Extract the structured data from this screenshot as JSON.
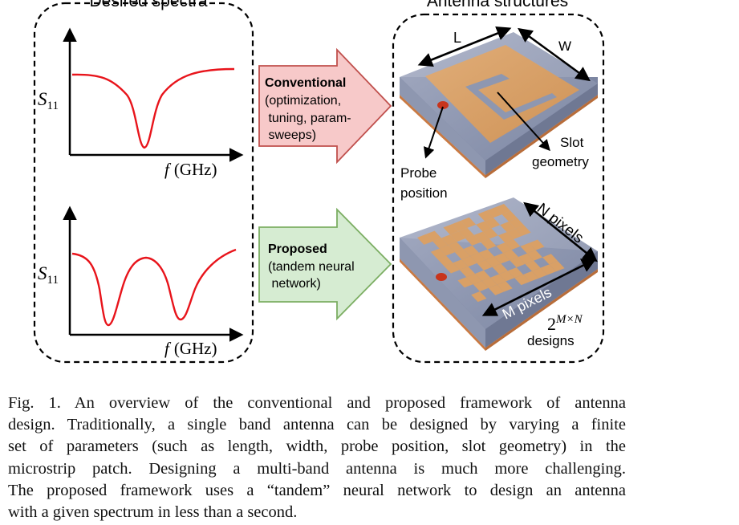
{
  "panels": {
    "left_title": "Desired spectra",
    "right_title": "Antenna structures"
  },
  "plots": {
    "ylabel_main": "S",
    "ylabel_sub": "11",
    "xlabel_f": "f",
    "xlabel_unit": "(GHz)"
  },
  "arrows": {
    "conventional": {
      "title": "Conventional",
      "lines": [
        "(optimization,",
        " tuning, param-",
        " sweeps)"
      ],
      "fill": "#f7c9c9",
      "stroke": "#c0504d"
    },
    "proposed": {
      "title": "Proposed",
      "lines": [
        "(tandem neural",
        " network)"
      ],
      "fill": "#d6ecd2",
      "stroke": "#7cae63"
    }
  },
  "antenna1": {
    "label_L": "L",
    "label_W": "W",
    "probe": [
      "Probe",
      "position"
    ],
    "slot": [
      "Slot",
      "geometry"
    ]
  },
  "antenna2": {
    "label_N": "N pixels",
    "label_M": "M pixels",
    "designs_base": "2",
    "designs_exp": "M×N",
    "designs_word": "designs"
  },
  "colors": {
    "curve": "#e8141b",
    "patch": "#d9a066",
    "substrate": "#8e97b0",
    "probe": "#c8341c"
  },
  "caption": {
    "lines": [
      "Fig. 1.  An overview of the conventional and proposed framework of antenna",
      "design. Traditionally, a single band antenna can be designed by varying a finite",
      "set of parameters (such as length, width, probe position, slot geometry) in the",
      "microstrip patch. Designing a multi-band antenna is much more challenging.",
      "The proposed framework uses a “tandem” neural network to design an antenna",
      "with a given spectrum in less than a second."
    ]
  }
}
